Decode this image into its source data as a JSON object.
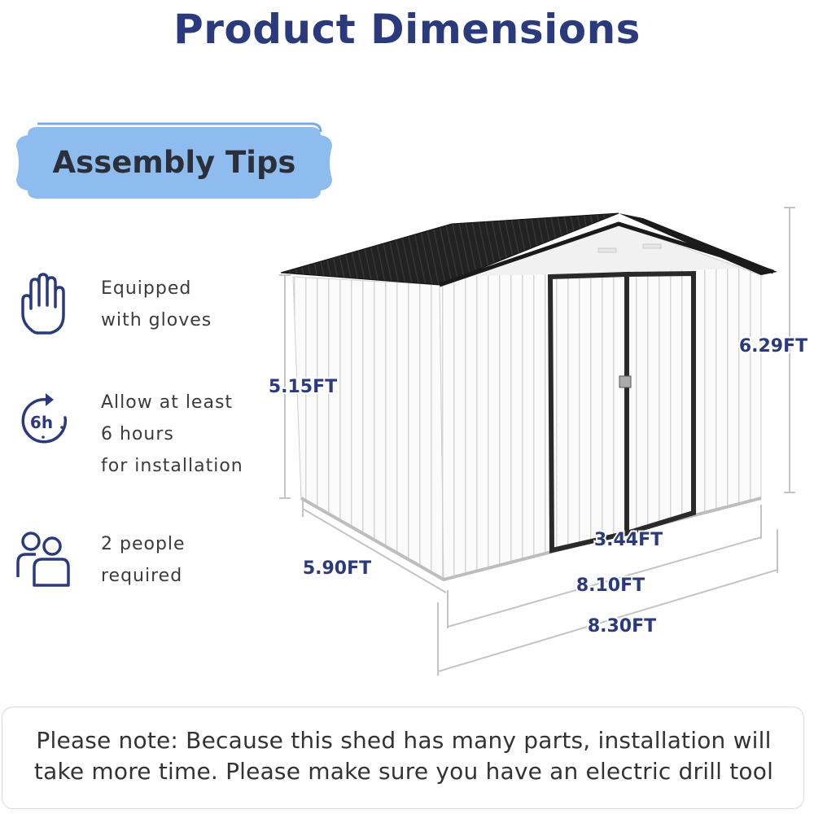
{
  "title": "Product Dimensions",
  "tips_heading": "Assembly Tips",
  "tips": [
    {
      "icon": "hand-icon",
      "lines": [
        "Equipped",
        "with gloves"
      ]
    },
    {
      "icon": "clock-6h-icon",
      "icon_text": "6h",
      "lines": [
        "Allow at least",
        "6 hours",
        "for installation"
      ]
    },
    {
      "icon": "people-icon",
      "lines": [
        "2 people",
        "required"
      ]
    }
  ],
  "dimensions": {
    "side_height": "5.15FT",
    "total_height": "6.29FT",
    "depth": "5.90FT",
    "door_width": "3.44FT",
    "wall_width": "8.10FT",
    "roof_width": "8.30FT"
  },
  "note": {
    "line1": "Please note: Because this shed has many parts, installation will",
    "line2": "take more time. Please make sure you have an electric drill tool"
  },
  "colors": {
    "title": "#2a3a7c",
    "badge": "#8fbcee",
    "icon": "#2a3a7c",
    "roof": "#1e1e1e",
    "door_frame": "#2a2a2a"
  }
}
